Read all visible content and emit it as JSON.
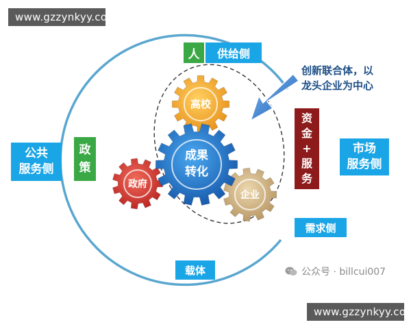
{
  "watermark": {
    "top": "www.gzzynkyy.com",
    "bottom": "www.gzzynkyy.com"
  },
  "gears": {
    "center": {
      "line1": "成果",
      "line2": "转化",
      "color": "#1f7bd0"
    },
    "top": {
      "label": "高校",
      "color": "#f6a820"
    },
    "left": {
      "label": "政府",
      "color": "#d83a32"
    },
    "right": {
      "label": "企业",
      "color": "#c9aa74"
    }
  },
  "labels": {
    "public_service": {
      "line1": "公共",
      "line2": "服务侧"
    },
    "market_service": {
      "line1": "市场",
      "line2": "服务侧"
    },
    "person": "人",
    "supply_side": "供给侧",
    "policy": {
      "line1": "政",
      "line2": "策"
    },
    "capital": {
      "l1": "资",
      "l2": "金",
      "l3": "+",
      "l4": "服",
      "l5": "务"
    },
    "demand_side": "需求侧",
    "carrier": "载体"
  },
  "alliance": {
    "line1": "创新联合体，以",
    "line2": "龙头企业为中心"
  },
  "attribution": "公众号 · billcui007",
  "colors": {
    "ring": "#5aa6cf",
    "blue_box": "#1aa5e6",
    "green_box": "#3aa844",
    "dark_red_box": "#8e1b1b",
    "arrow": "#1f6fc0"
  }
}
